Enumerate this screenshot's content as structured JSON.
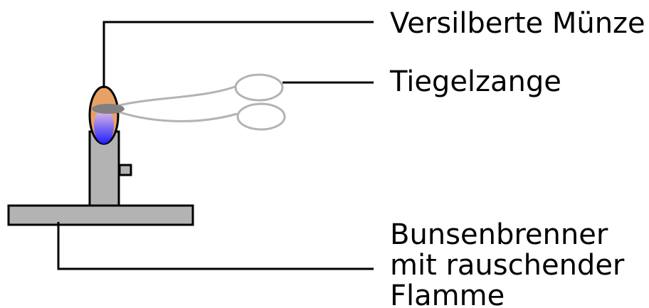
{
  "labels": {
    "coin": "Versilberte Münze",
    "tongs": "Tiegelzange",
    "burner_line1": "Bunsenbrenner",
    "burner_line2": "mit rauschender",
    "burner_line3": "Flamme"
  },
  "colors": {
    "stroke": "#000000",
    "burner_fill": "#b3b3b3",
    "flame_outer": "#e8a165",
    "flame_inner_top": "#f0c8e0",
    "flame_inner_bottom": "#2020ff",
    "coin_fill": "#808080",
    "tongs_stroke": "#b3b3b3",
    "background": "#ffffff"
  }
}
